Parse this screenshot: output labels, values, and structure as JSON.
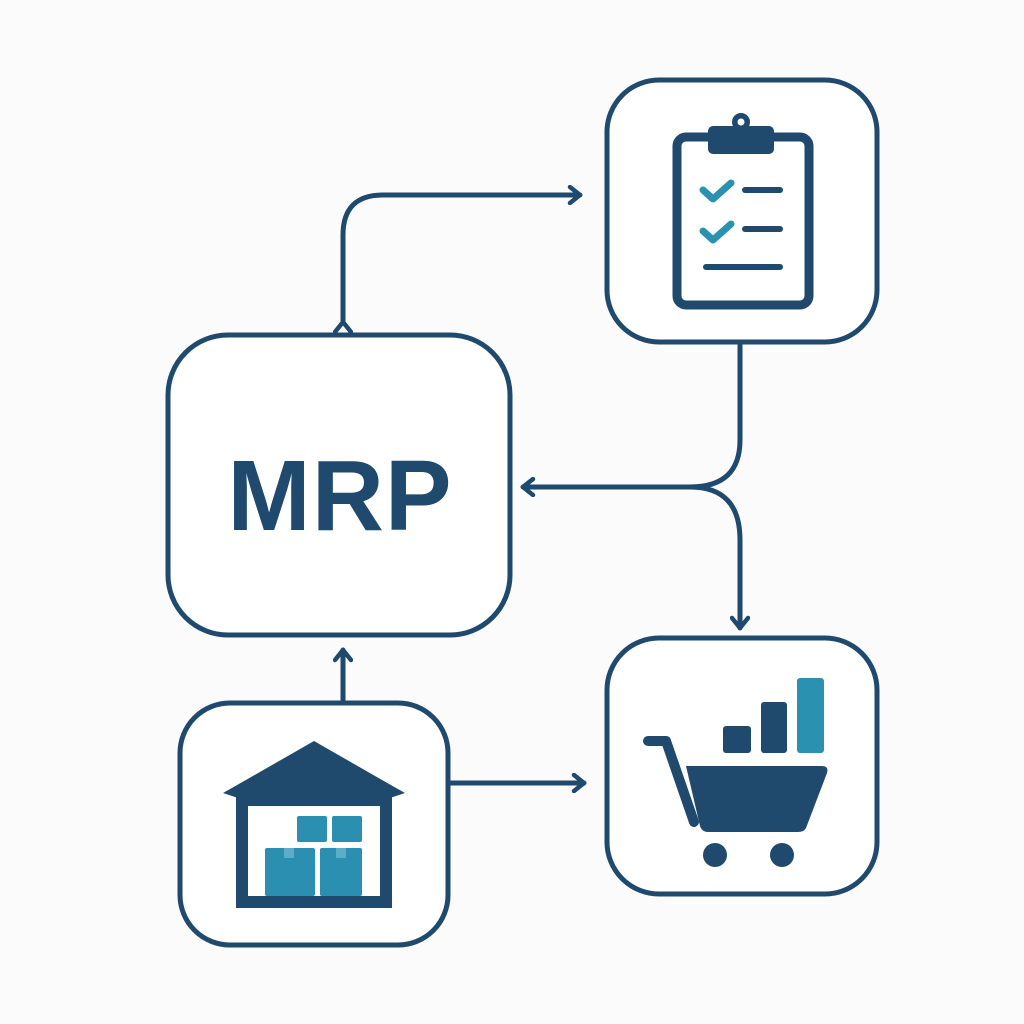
{
  "diagram": {
    "center_node": {
      "label": "MRP"
    },
    "nodes": [
      {
        "id": "mrp",
        "icon": "mrp-text"
      },
      {
        "id": "orders",
        "icon": "clipboard-checklist-icon"
      },
      {
        "id": "inventory",
        "icon": "warehouse-icon"
      },
      {
        "id": "sales",
        "icon": "shopping-cart-chart-icon"
      }
    ],
    "connections": [
      {
        "from": "mrp",
        "to": "orders",
        "bidirectional": true
      },
      {
        "from": "orders",
        "to": "mrp"
      },
      {
        "from": "orders",
        "to": "sales"
      },
      {
        "from": "inventory",
        "to": "mrp"
      },
      {
        "from": "inventory",
        "to": "sales"
      }
    ]
  },
  "colors": {
    "primary": "#1f4a6e",
    "accent": "#2a92b0",
    "background": "#fbfbfc"
  }
}
